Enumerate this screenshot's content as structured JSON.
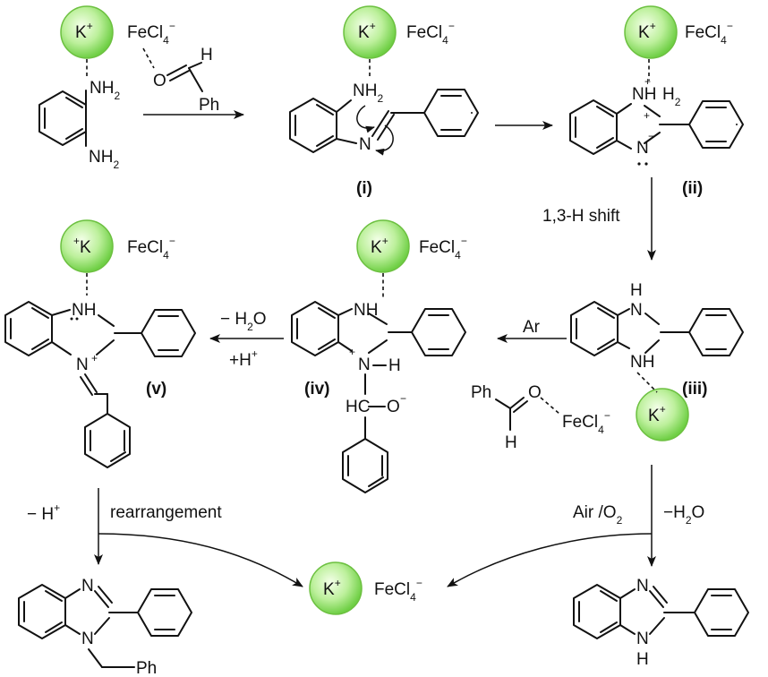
{
  "cation": {
    "k": "K",
    "plus": "+",
    "counterion": "FeCl",
    "sub4": "4",
    "minus": "−"
  },
  "atoms": {
    "nh2": "NH",
    "two": "2",
    "nh": "NH",
    "n": "N",
    "h": "H",
    "o": "O",
    "ph": "Ph",
    "plus": "+",
    "minus": "−",
    "hc": "HC",
    "ominus": "O",
    "pc": "Ph"
  },
  "labels": {
    "i": "(i)",
    "ii": "(ii)",
    "iii": "(iii)",
    "iv": "(iv)",
    "v": "(v)"
  },
  "conditions": {
    "shift": "1,3-H shift",
    "ar": "Ar",
    "minus_h2o": "− H",
    "minus_h2o_o": "O",
    "plus_h": "+H",
    "minus_hplus": "− H",
    "rearrangement": "rearrangement",
    "air": "Air /O",
    "minus_h2o_right": "−H",
    "minus_h2o_right_o": "O"
  },
  "colors": {
    "k_sphere_light": "#e8fbd9",
    "k_sphere_dark": "#7ad64e",
    "k_sphere_edge": "#6cc040"
  }
}
